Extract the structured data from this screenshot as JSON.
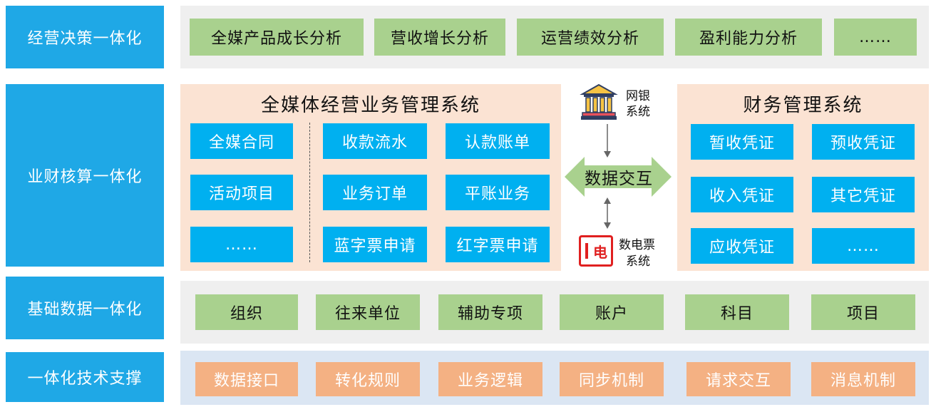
{
  "rows": {
    "r1": "经营决策一体化",
    "r2": "业财核算一体化",
    "r3": "基础数据一体化",
    "r4": "一体化技术支撑"
  },
  "analysis": [
    "全媒产品成长分析",
    "营收增长分析",
    "运营绩效分析",
    "盈利能力分析",
    "……"
  ],
  "left_system": {
    "title": "全媒体经营业务管理系统",
    "col1": [
      "全媒合同",
      "活动项目",
      "……"
    ],
    "col2": [
      "收款流水",
      "业务订单",
      "蓝字票申请"
    ],
    "col3": [
      "认款账单",
      "平账业务",
      "红字票申请"
    ]
  },
  "bank": {
    "line1": "网银",
    "line2": "系统",
    "icon": "bank-icon"
  },
  "exchange": "数据交互",
  "einvoice": {
    "line1": "数电票",
    "line2": "系统",
    "icon_text": "电"
  },
  "right_system": {
    "title": "财务管理系统",
    "col1": [
      "暂收凭证",
      "收入凭证",
      "应收凭证"
    ],
    "col2": [
      "预收凭证",
      "其它凭证",
      "……"
    ]
  },
  "base_data": [
    "组织",
    "往来单位",
    "辅助专项",
    "账户",
    "科目",
    "项目"
  ],
  "tech": [
    "数据接口",
    "转化规则",
    "业务逻辑",
    "同步机制",
    "请求交互",
    "消息机制"
  ],
  "colors": {
    "label_blue": "#1fa8e6",
    "green": "#a9d18e",
    "blue": "#00b0f0",
    "orange": "#f4b183",
    "peach": "#fbe3d3"
  }
}
